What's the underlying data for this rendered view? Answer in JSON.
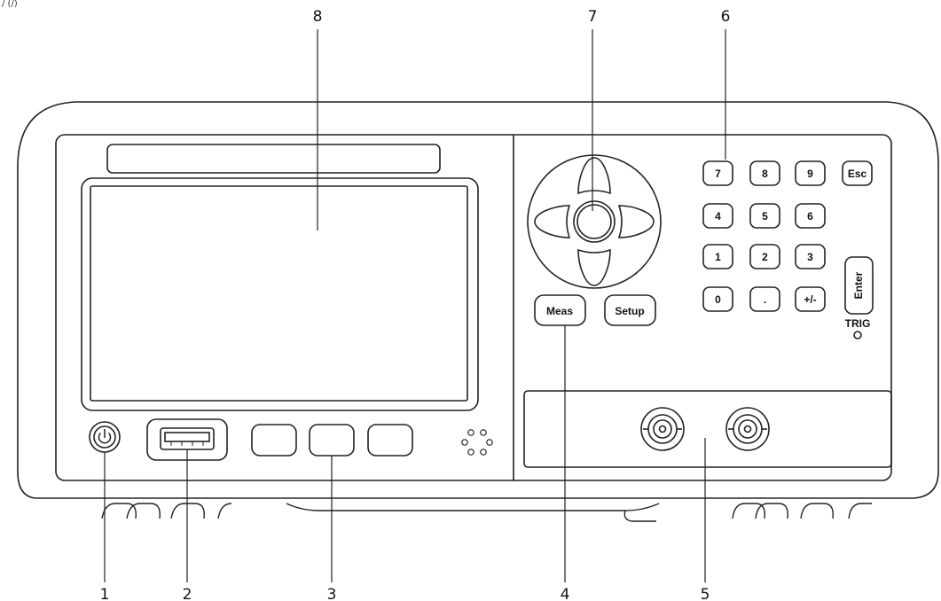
{
  "corner_text": "/ (/)",
  "callouts": [
    "1",
    "2",
    "3",
    "4",
    "5",
    "6",
    "7",
    "8"
  ],
  "keypad": {
    "keys": [
      "7",
      "8",
      "9",
      "Esc",
      "4",
      "5",
      "6",
      "1",
      "2",
      "3",
      "0",
      ".",
      "+/-"
    ],
    "enter": "Enter",
    "trig": "TRIG"
  },
  "buttons": {
    "meas": "Meas",
    "setup": "Setup"
  }
}
